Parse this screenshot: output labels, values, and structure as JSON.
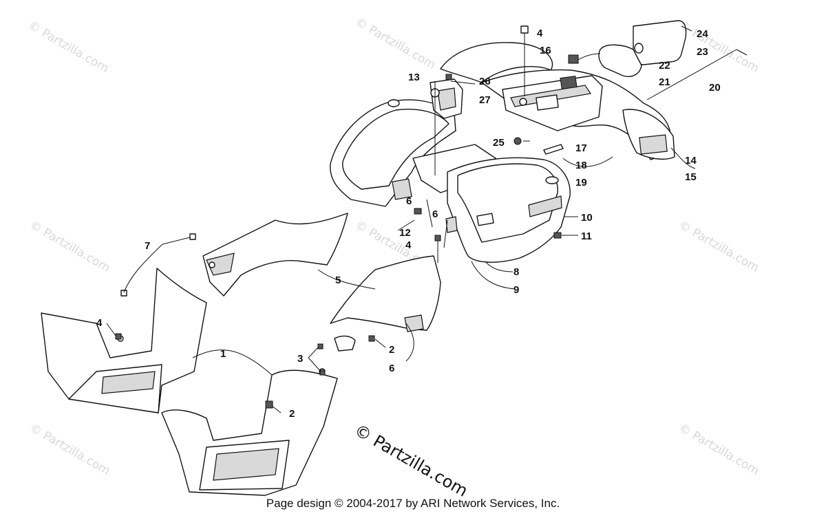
{
  "watermark": "© Partzilla.com",
  "center_watermark": "© Partzilla.com",
  "footer": "Page design © 2004-2017 by ARI Network Services, Inc.",
  "callouts": {
    "c24": "24",
    "c4a": "4",
    "c16": "16",
    "c23": "23",
    "c22": "22",
    "c21": "21",
    "c20": "20",
    "c13": "13",
    "c26": "26",
    "c27": "27",
    "c25": "25",
    "c17": "17",
    "c18": "18",
    "c19": "19",
    "c14": "14",
    "c15": "15",
    "c6a": "6",
    "c6b": "6",
    "c12": "12",
    "c10": "10",
    "c11": "11",
    "c4b": "4",
    "c8": "8",
    "c9": "9",
    "c7": "7",
    "c5": "5",
    "c4c": "4",
    "c1": "1",
    "c2a": "2",
    "c3": "3",
    "c2b": "2",
    "c6c": "6"
  }
}
